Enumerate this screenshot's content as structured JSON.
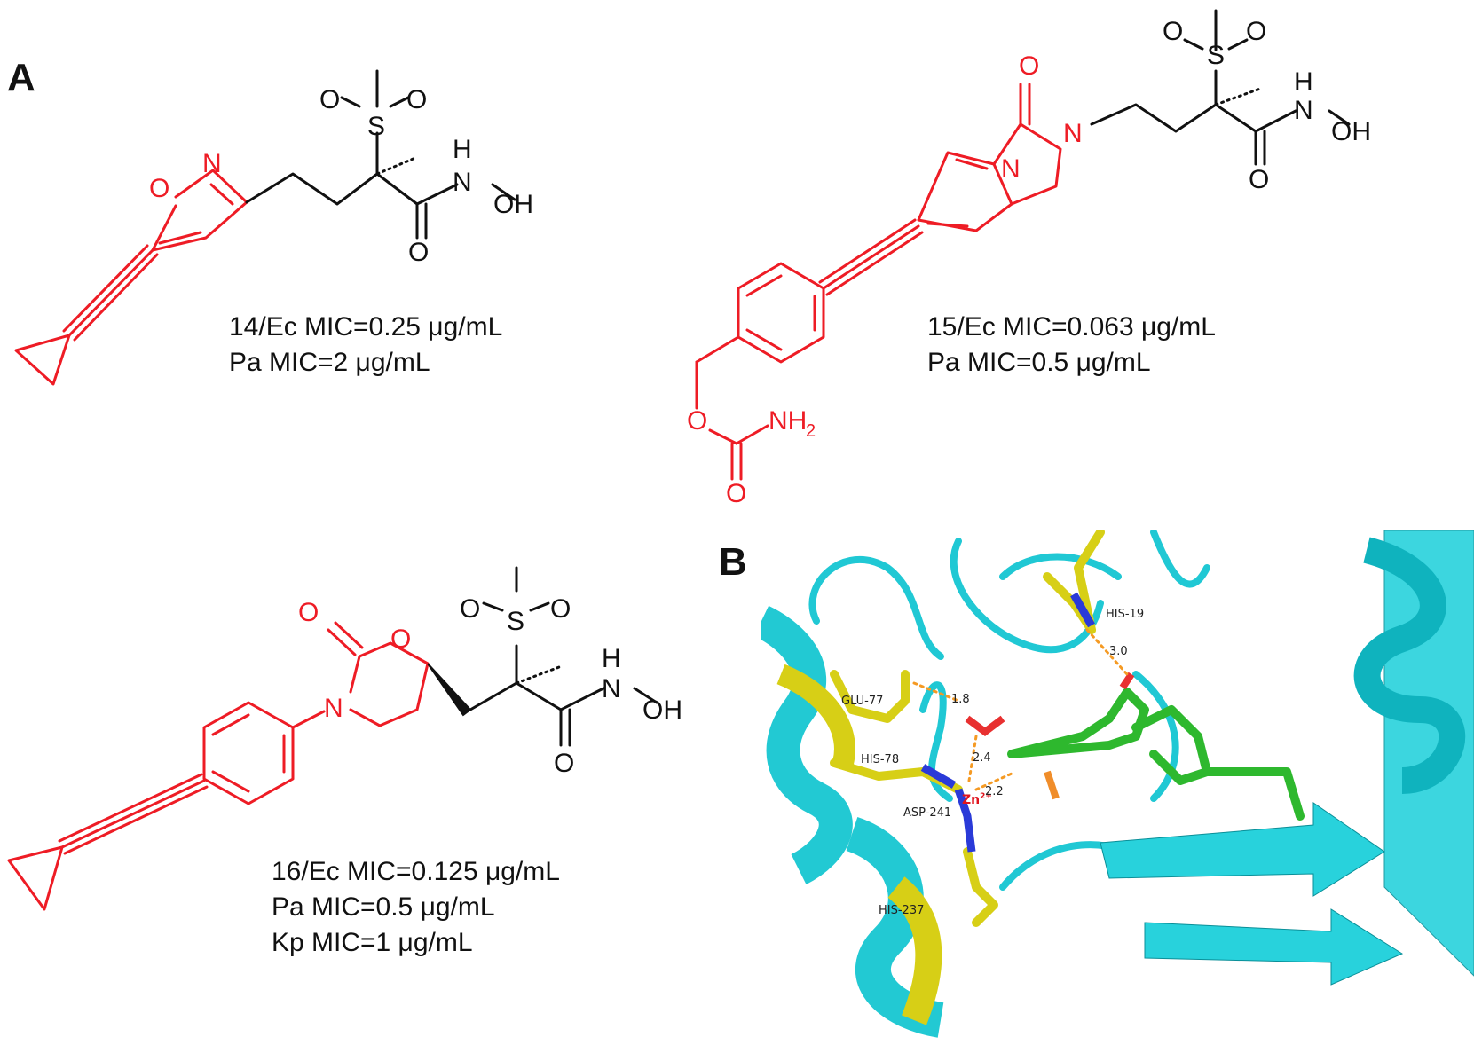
{
  "panels": {
    "A": "A",
    "B": "B"
  },
  "compounds": [
    {
      "lines": [
        "14/Ec MIC=0.25 μg/mL",
        "Pa MIC=2 μg/mL"
      ]
    },
    {
      "lines": [
        "15/Ec MIC=0.063 μg/mL",
        "Pa MIC=0.5 μg/mL"
      ]
    },
    {
      "lines": [
        "16/Ec MIC=0.125 μg/mL",
        "Pa MIC=0.5 μg/mL",
        "Kp MIC=1 μg/mL"
      ]
    }
  ],
  "atoms": {
    "O": "O",
    "N": "N",
    "S": "S",
    "H": "H",
    "OH": "OH",
    "NH": "NH",
    "two": "2"
  },
  "residues": {
    "his19": "HIS-19",
    "glu77": "GLU-77",
    "his78": "HIS-78",
    "asp241": "ASP-241",
    "his237": "HIS-237",
    "zn": "Zn",
    "zn_charge": "2+"
  },
  "distances": [
    "3.0",
    "1.8",
    "2.4",
    "2.2"
  ],
  "colors": {
    "highlight": "#ee1c25",
    "ribbon": "#28d2dc",
    "residue": "#d7cf16",
    "ligand": "#2eb82e",
    "hbond": "#f59a23"
  }
}
